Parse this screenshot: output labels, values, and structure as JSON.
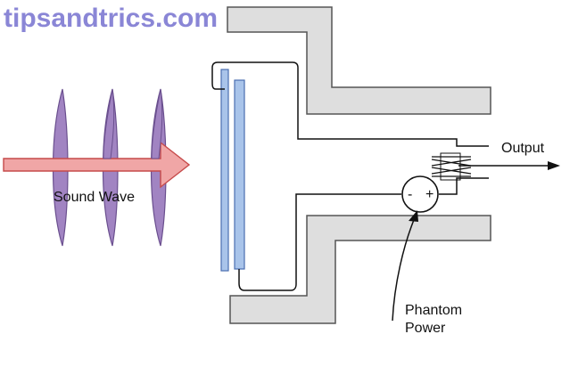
{
  "watermark": "tipsandtrics.com",
  "labels": {
    "sound_wave": "Sound Wave",
    "output": "Output",
    "phantom_line1": "Phantom",
    "phantom_line2": "Power",
    "minus": "-",
    "plus": "+"
  },
  "colors": {
    "watermark": "#8a86d6",
    "wave_fill": "#a184c2",
    "wave_stroke": "#6a4f8e",
    "arrow_fill": "#f0a6a6",
    "arrow_stroke": "#c64a4a",
    "plate_fill": "#a9c4ea",
    "plate_stroke": "#4a6fb0",
    "housing_fill": "#dedede",
    "housing_stroke": "#555555",
    "wire": "#111111"
  }
}
